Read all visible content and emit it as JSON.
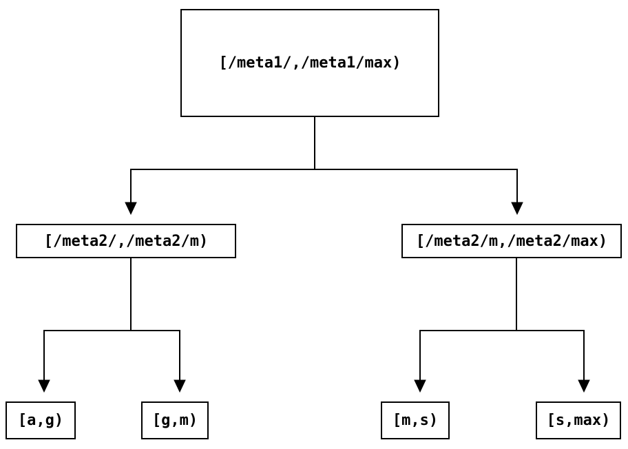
{
  "diagram": {
    "type": "binary-interval-tree",
    "background": "#ffffff",
    "line_color": "#000000",
    "text_color": "#000000",
    "nodes": {
      "root": {
        "label": "[/meta1/,/meta1/max)"
      },
      "left": {
        "label": "[/meta2/,/meta2/m)"
      },
      "right": {
        "label": "[/meta2/m,/meta2/max)"
      },
      "leaf_ag": {
        "label": "[a,g)"
      },
      "leaf_gm": {
        "label": "[g,m)"
      },
      "leaf_ms": {
        "label": "[m,s)"
      },
      "leaf_smax": {
        "label": "[s,max)"
      }
    },
    "edges": [
      {
        "from": "root",
        "to": "left"
      },
      {
        "from": "root",
        "to": "right"
      },
      {
        "from": "left",
        "to": "leaf_ag"
      },
      {
        "from": "left",
        "to": "leaf_gm"
      },
      {
        "from": "right",
        "to": "leaf_ms"
      },
      {
        "from": "right",
        "to": "leaf_smax"
      }
    ]
  }
}
